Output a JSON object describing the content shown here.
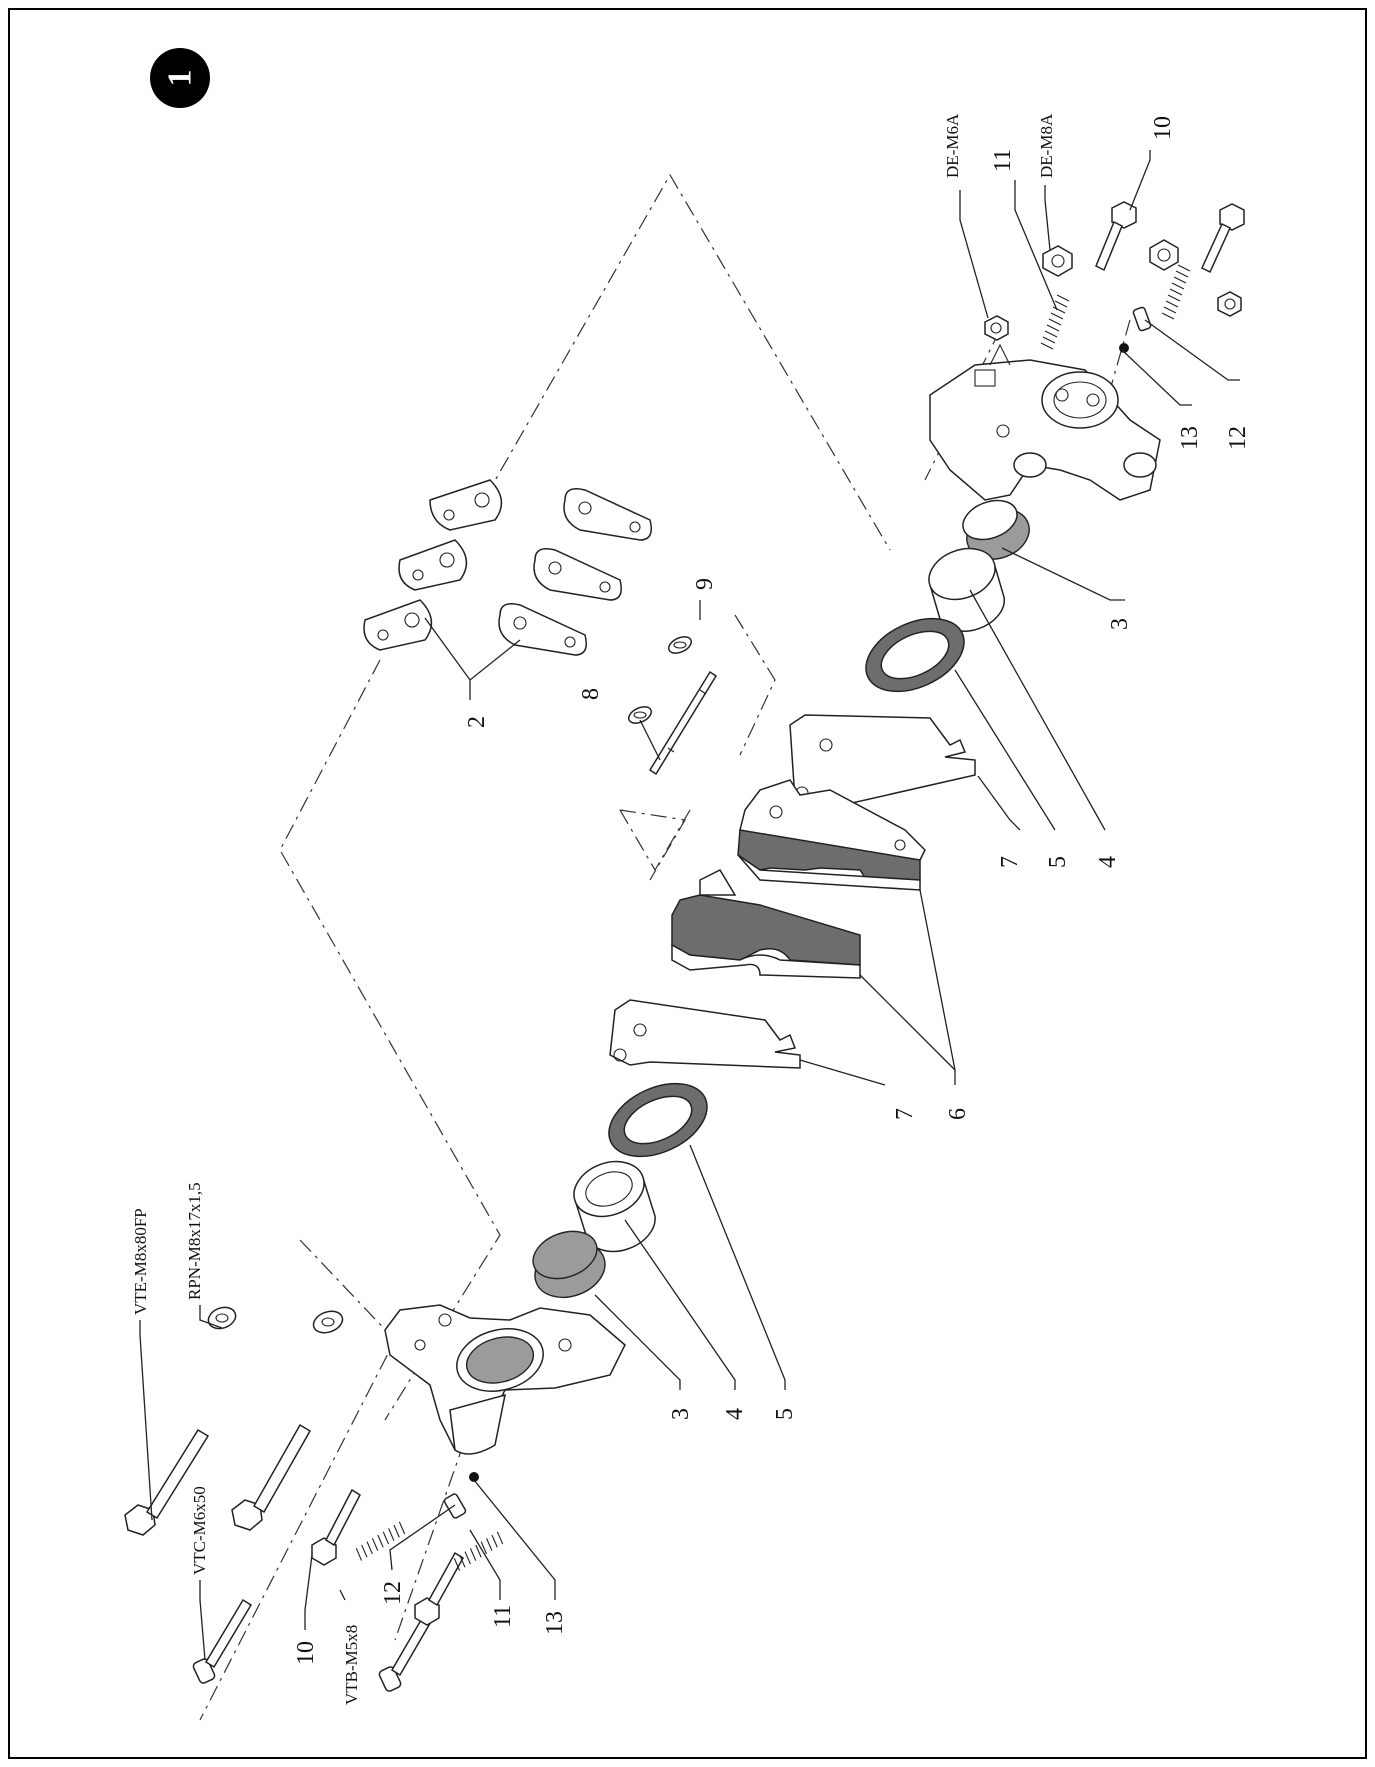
{
  "sheet": {
    "badge": "1"
  },
  "callouts": {
    "top_right": {
      "de_m6a": "DE-M6A",
      "de_m8a": "DE-M8A",
      "n11": "11",
      "n10": "10",
      "n13": "13",
      "n12": "12",
      "n3": "3"
    },
    "middle": {
      "n2": "2",
      "n8": "8",
      "n9": "9",
      "n7a": "7",
      "n5a": "5",
      "n4a": "4",
      "n7b": "7",
      "n6": "6"
    },
    "bottom_left": {
      "vte": "VTE-M8x80FP",
      "rpn": "RPN-M8x17x1,5",
      "vtc": "VTC-M6x50",
      "vtb": "VTB-M5x8",
      "n10": "10",
      "n12": "12",
      "n11": "11",
      "n13": "13",
      "n3": "3",
      "n4": "4",
      "n5": "5"
    }
  },
  "colors": {
    "line": "#222222",
    "pad": "#6d6d6d",
    "seal": "#9b9b9b"
  }
}
